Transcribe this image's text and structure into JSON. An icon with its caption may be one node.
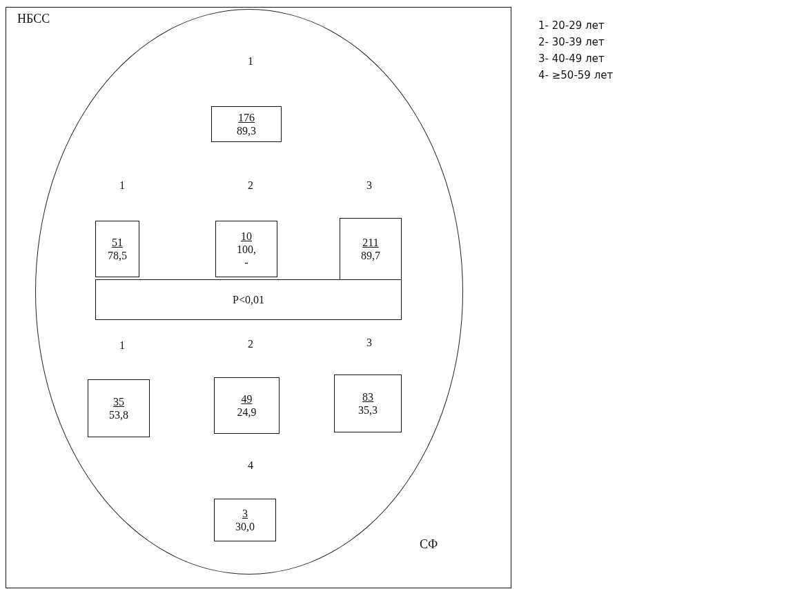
{
  "diagram": {
    "nodes": [
      {
        "text": [
          "НБСС"
        ]
      },
      {
        "text": [],
        "shape": "ellipse",
        "in": 0,
        "beside": [
          "СФ"
        ]
      },
      {
        "text": [
          "176",
          "89,3"
        ],
        "in": 1,
        "beside": [
          "1"
        ]
      },
      {
        "text": [
          "51",
          "78,5"
        ],
        "in": 1,
        "beside": [
          "1"
        ]
      },
      {
        "text": [
          "10",
          "100,",
          "-"
        ],
        "in": 1,
        "beside": [
          "2"
        ]
      },
      {
        "text": [
          "211",
          "89,7"
        ],
        "in": 1,
        "beside": [
          "3"
        ]
      },
      {
        "text": [
          "P<0,01"
        ],
        "in": 1
      },
      {
        "text": [
          "35",
          "53,8"
        ],
        "in": 1,
        "beside": [
          "1"
        ]
      },
      {
        "text": [
          "49",
          "24,9"
        ],
        "in": 1,
        "beside": [
          "2"
        ]
      },
      {
        "text": [
          "83",
          "35,3"
        ],
        "in": 1,
        "beside": [
          "3"
        ]
      },
      {
        "text": [
          "3",
          "30,0"
        ],
        "in": 1,
        "beside": [
          "4"
        ]
      }
    ],
    "edges": [],
    "labels": [
      "1- 20-29 лет",
      "2- 30-39 лет",
      "3- 40-49 лет",
      "4- ≥50-59 лет"
    ]
  }
}
